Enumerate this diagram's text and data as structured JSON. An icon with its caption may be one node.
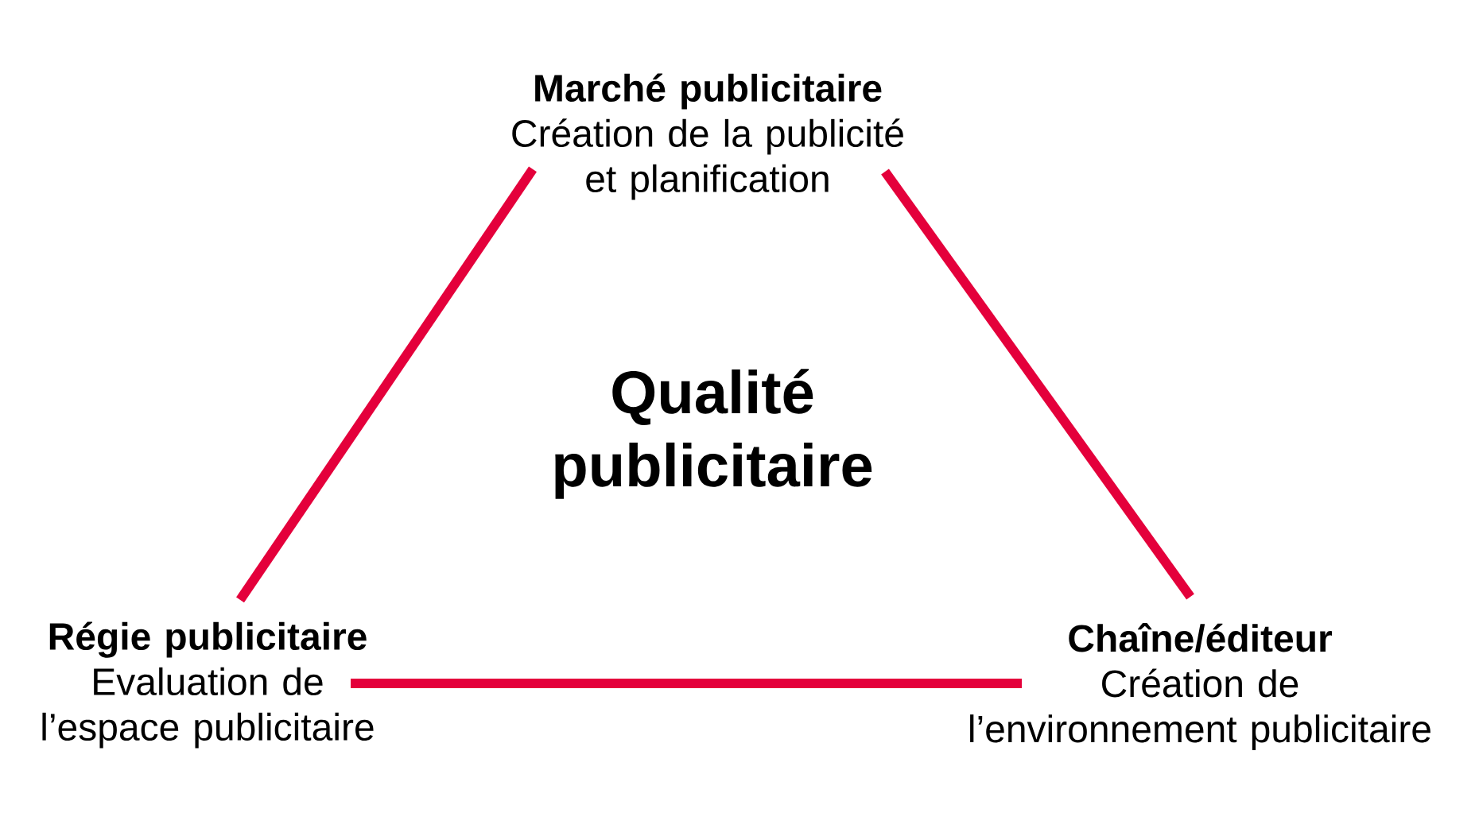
{
  "diagram": {
    "nodes": [
      {
        "text": [
          "Marché publicitaire",
          "Création de la publicité et planification"
        ]
      },
      {
        "text": [
          "Régie publicitaire",
          "Evaluation de l’espace publicitaire"
        ]
      },
      {
        "text": [
          "Chaîne/éditeur",
          "Création de l’environnement publicitaire"
        ]
      }
    ],
    "edges": [
      {
        "from": 0,
        "to": 1,
        "arrow": "none"
      },
      {
        "from": 0,
        "to": 2,
        "arrow": "none"
      },
      {
        "from": 1,
        "to": 2,
        "arrow": "none"
      }
    ],
    "labels": [
      "Qualité publicitaire"
    ]
  }
}
